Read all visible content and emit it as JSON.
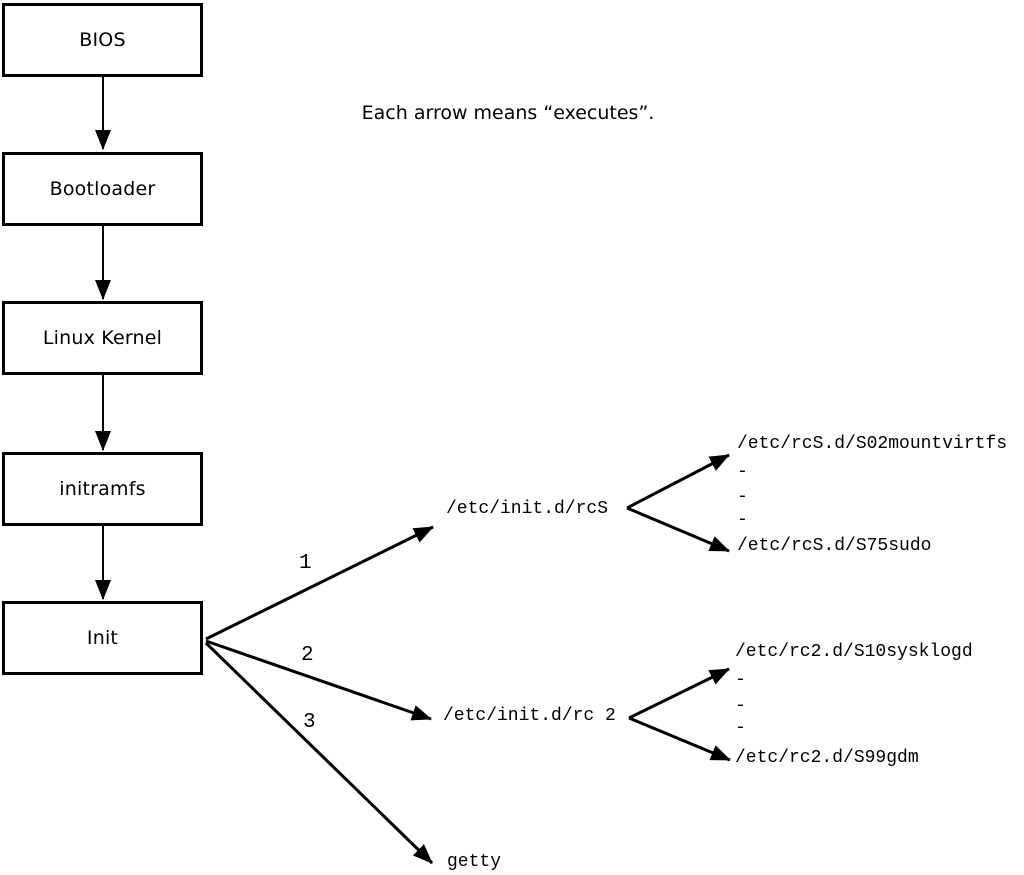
{
  "caption": "Each arrow means “executes”.",
  "colors": {
    "line": "#000000",
    "background": "#ffffff",
    "text": "#000000"
  },
  "boot_chain": [
    {
      "label": "BIOS"
    },
    {
      "label": "Bootloader"
    },
    {
      "label": "Linux Kernel"
    },
    {
      "label": "initramfs"
    },
    {
      "label": "Init"
    }
  ],
  "init_branches": [
    {
      "order": "1",
      "target": "/etc/init.d/rcS"
    },
    {
      "order": "2",
      "target": "/etc/init.d/rc 2"
    },
    {
      "order": "3",
      "target": "getty"
    }
  ],
  "rcS_scripts": {
    "first": "/etc/rcS.d/S02mountvirtfs",
    "ellipsis": [
      "-",
      "-",
      "-"
    ],
    "last": "/etc/rcS.d/S75sudo"
  },
  "rc2_scripts": {
    "first": "/etc/rc2.d/S10sysklogd",
    "ellipsis": [
      "-",
      "-",
      "-"
    ],
    "last": "/etc/rc2.d/S99gdm"
  }
}
